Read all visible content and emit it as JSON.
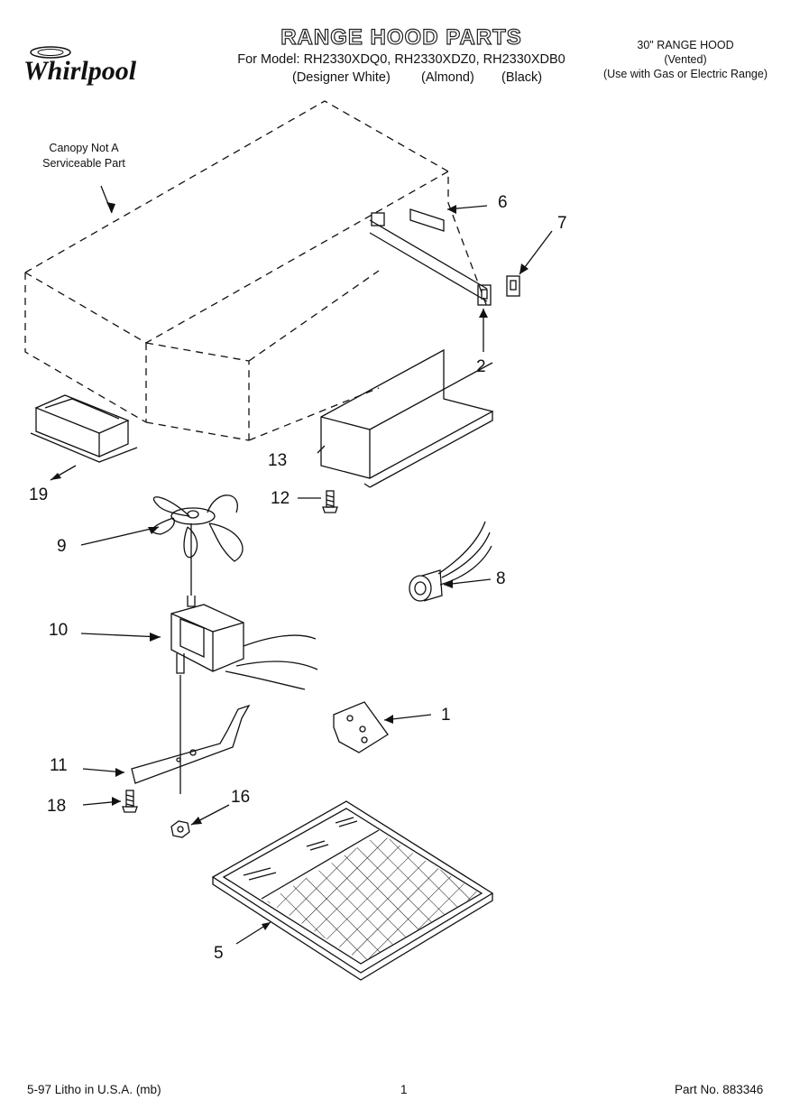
{
  "brand": {
    "name": "Whirlpool"
  },
  "header": {
    "title": "RANGE HOOD PARTS",
    "models_line": "For Model: RH2330XDQ0, RH2330XDZ0, RH2330XDB0",
    "variants": [
      "(Designer White)",
      "(Almond)",
      "(Black)"
    ],
    "hood_type": "30\" RANGE HOOD",
    "vent_type": "(Vented)",
    "usage": "(Use with Gas or Electric Range)"
  },
  "diagram": {
    "canopy_note": [
      "Canopy Not A",
      "Serviceable Part"
    ],
    "callouts": [
      "1",
      "2",
      "5",
      "6",
      "7",
      "8",
      "9",
      "10",
      "11",
      "12",
      "13",
      "16",
      "18",
      "19"
    ]
  },
  "footer": {
    "litho": "5-97 Litho in U.S.A. (mb)",
    "page_number": "1",
    "part_number": "Part No. 883346"
  }
}
